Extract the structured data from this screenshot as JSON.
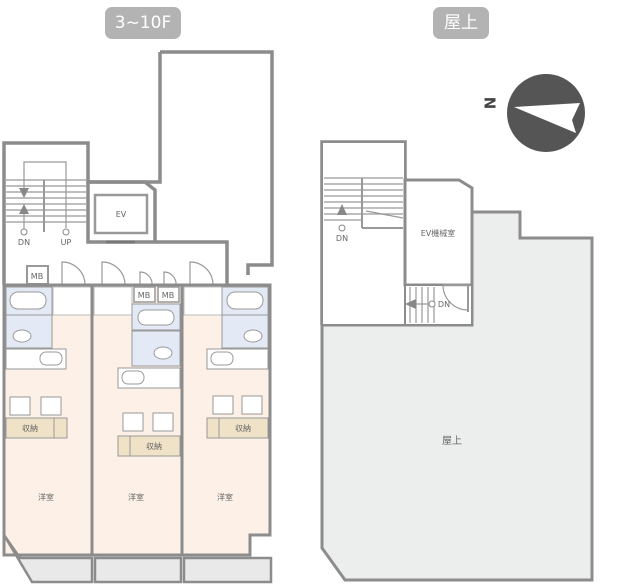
{
  "floor_labels": {
    "typical": "3~10F",
    "roof": "屋上"
  },
  "typical_floor": {
    "elevator": "EV",
    "stair_down": "DN",
    "stair_up": "UP",
    "meter_boxes": [
      "MB",
      "MB",
      "MB"
    ],
    "units": [
      {
        "storage": "収納",
        "room": "洋室"
      },
      {
        "storage": "収納",
        "room": "洋室"
      },
      {
        "storage": "収納",
        "room": "洋室"
      }
    ]
  },
  "roof_floor": {
    "stair_down": "DN",
    "ev_machine_room": "EV機械室",
    "stair_down_2": "DN",
    "roof_area": "屋上"
  },
  "compass": {
    "label": "N"
  },
  "colors": {
    "room_fill": "#fcf0e7",
    "wet_fill": "#e4eaf5",
    "storage_fill": "#efe2c6",
    "balcony_fill": "#e9e9e9",
    "roof_fill": "#eceeed",
    "compass": "#555555",
    "pill": "#b3b3b3"
  }
}
